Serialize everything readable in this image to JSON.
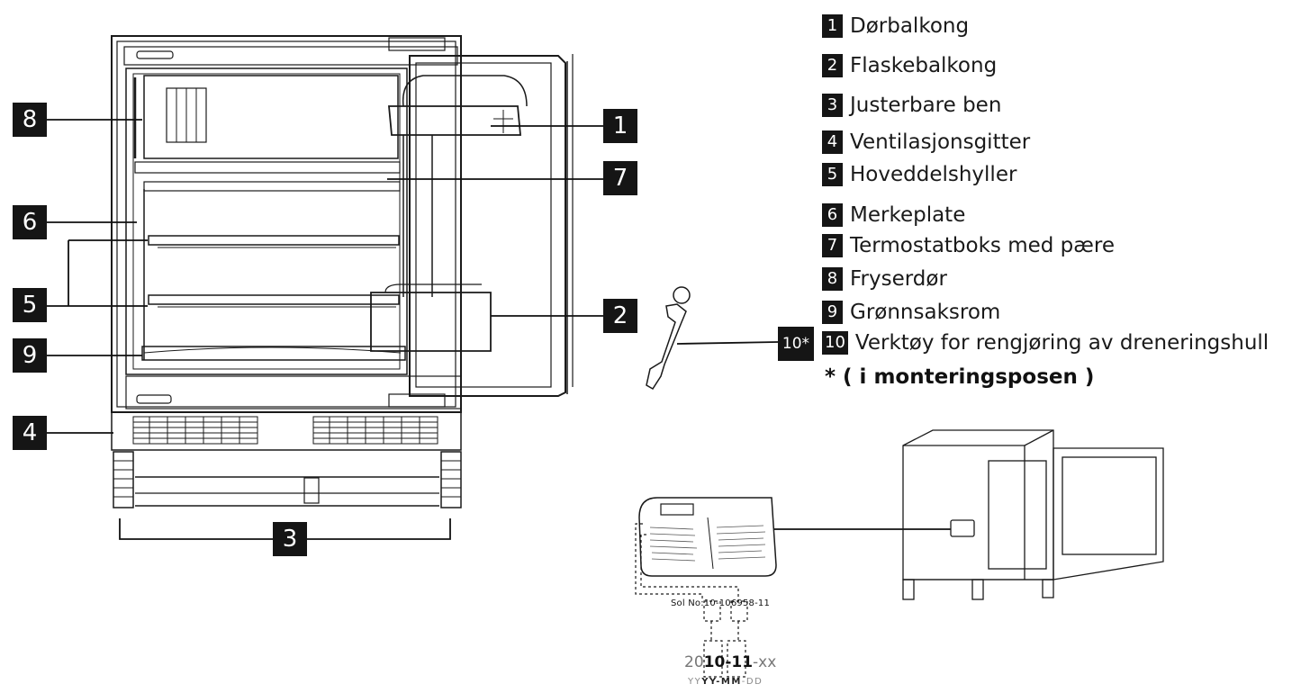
{
  "callouts": {
    "c1": "1",
    "c2": "2",
    "c3": "3",
    "c4": "4",
    "c5": "5",
    "c6": "6",
    "c7": "7",
    "c8": "8",
    "c9": "9",
    "c10": "10*"
  },
  "legend": [
    {
      "num": "1",
      "label": "Dørbalkong"
    },
    {
      "num": "2",
      "label": "Flaskebalkong"
    },
    {
      "num": "3",
      "label": "Justerbare ben"
    },
    {
      "num": "4",
      "label": "Ventilasjonsgitter"
    },
    {
      "num": "5",
      "label": "Hoveddelshyller"
    },
    {
      "num": "6",
      "label": "Merkeplate"
    },
    {
      "num": "7",
      "label": "Termostatboks med pære"
    },
    {
      "num": "8",
      "label": "Fryserdør"
    },
    {
      "num": "9",
      "label": "Grønnsaksrom"
    },
    {
      "num": "10",
      "label": "Verktøy for rengjøring av dreneringshull"
    }
  ],
  "note": "* ( i monteringsposen )",
  "rating_plate": {
    "serial_prefix": "Sol No:",
    "serial_a": "10",
    "serial_mid": "-106958-",
    "serial_b": "11",
    "date_pre": "20",
    "date_yy": "10",
    "date_sep1": "-",
    "date_mm": "11",
    "date_post": "-xx",
    "fmt_pre": "YY",
    "fmt_yy": "YY",
    "fmt_sep1": "-",
    "fmt_mm": "MM",
    "fmt_post": "-DD"
  }
}
